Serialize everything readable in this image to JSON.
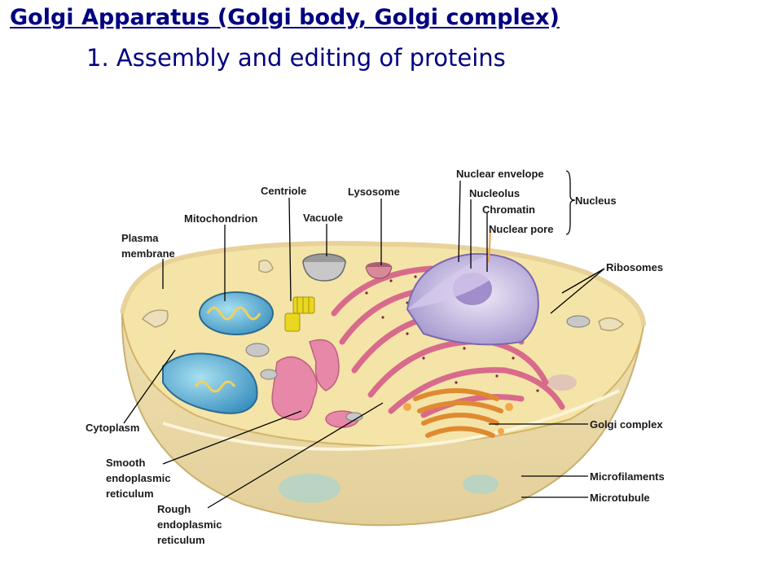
{
  "slide": {
    "title": "Golgi Apparatus (Golgi body, Golgi complex)",
    "subtitle": "1. Assembly and editing of proteins"
  },
  "diagram": {
    "labels": {
      "nuclear_envelope": "Nuclear envelope",
      "nucleolus": "Nucleolus",
      "chromatin": "Chromatin",
      "nuclear_pore": "Nuclear pore",
      "nucleus": "Nucleus",
      "centriole": "Centriole",
      "lysosome": "Lysosome",
      "vacuole": "Vacuole",
      "mitochondrion": "Mitochondrion",
      "plasma_membrane_1": "Plasma",
      "plasma_membrane_2": "membrane",
      "ribosomes": "Ribosomes",
      "cytoplasm": "Cytoplasm",
      "smooth_er_1": "Smooth",
      "smooth_er_2": "endoplasmic",
      "smooth_er_3": "reticulum",
      "rough_er_1": "Rough",
      "rough_er_2": "endoplasmic",
      "rough_er_3": "reticulum",
      "golgi_complex": "Golgi complex",
      "microfilaments": "Microfilaments",
      "microtubule": "Microtubule"
    },
    "colors": {
      "title_text": "#000080",
      "cytoplasm": "#f2dfa0",
      "membrane": "#d9c07a",
      "er": "#e07a9a",
      "golgi": "#f0a040",
      "nucleus": "#b8a8d8",
      "mitochondria": "#60b8d8",
      "centriole": "#e8d820"
    }
  }
}
